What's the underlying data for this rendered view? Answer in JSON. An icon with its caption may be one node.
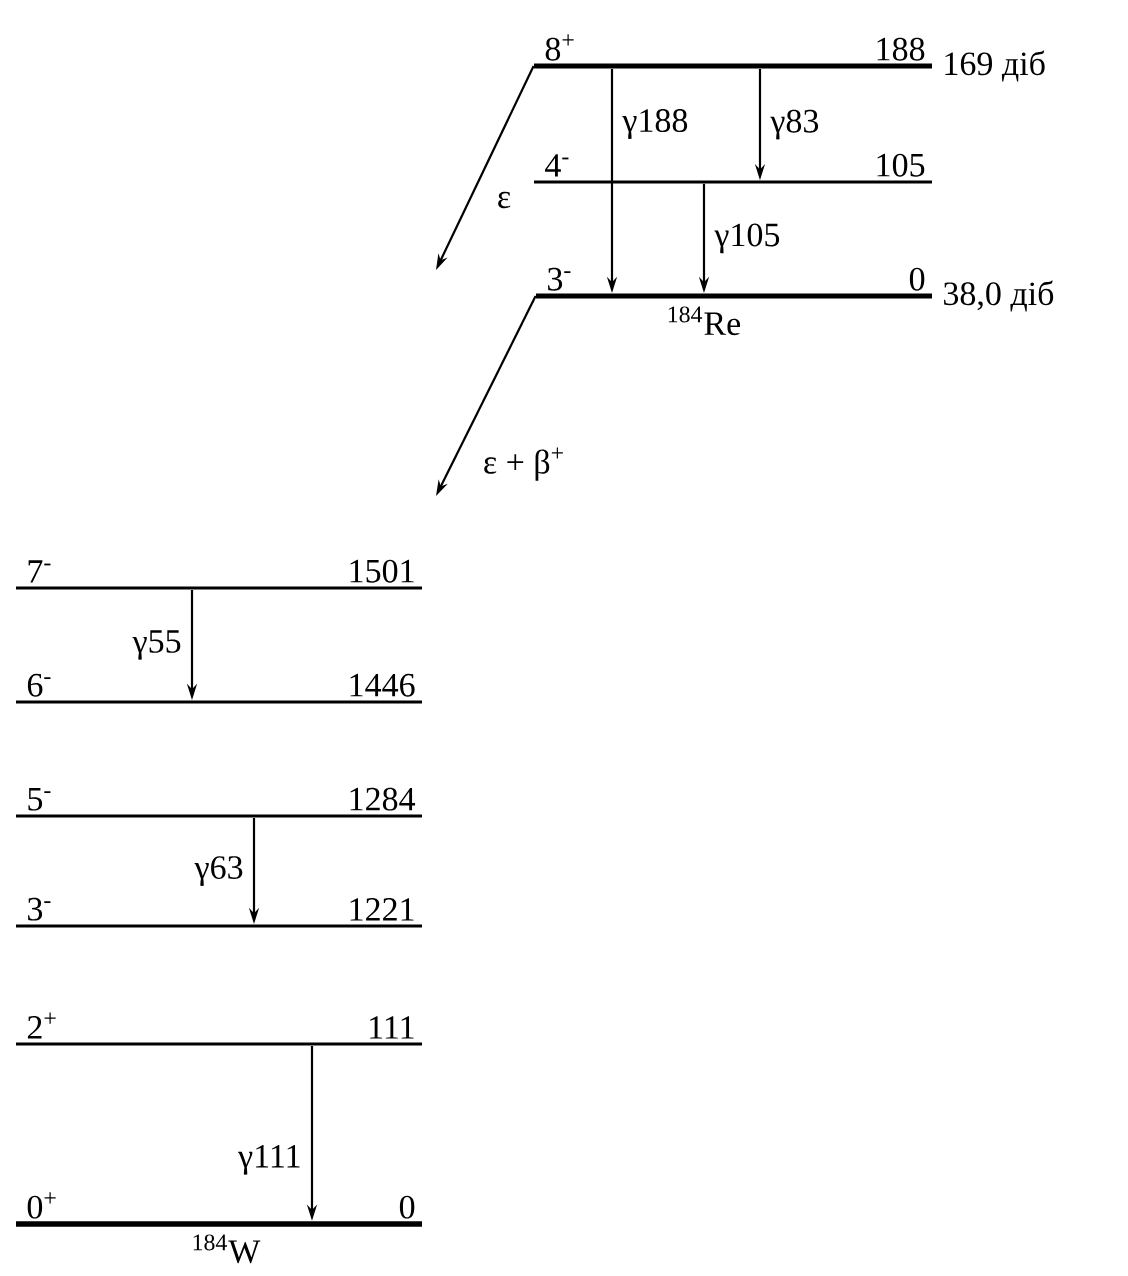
{
  "diagram": {
    "nodes": [
      {
        "text": [
          "8$^{+}$",
          "188"
        ],
        "beside": [
          "169 діб"
        ]
      },
      {
        "text": [
          "4$^{-}$",
          "105"
        ]
      },
      {
        "text": [
          "3$^{-}$",
          "0"
        ],
        "beside": [
          "38,0 діб",
          "$^{184}$Re"
        ]
      },
      {
        "text": [
          "7$^{-}$",
          "1501"
        ]
      },
      {
        "text": [
          "6$^{-}$",
          "1446"
        ]
      },
      {
        "text": [
          "5$^{-}$",
          "1284"
        ]
      },
      {
        "text": [
          "3$^{-}$",
          "1221"
        ]
      },
      {
        "text": [
          "2$^{+}$",
          "111"
        ]
      },
      {
        "text": [
          "0$^{+}$",
          "0"
        ],
        "beside": [
          "$^{184}$W"
        ]
      }
    ],
    "edges": [
      {
        "from": 0,
        "to": 2,
        "arrow": "to",
        "label": "γ188"
      },
      {
        "from": 0,
        "to": 1,
        "arrow": "to",
        "label": "γ83"
      },
      {
        "from": 1,
        "to": 2,
        "arrow": "to",
        "label": "γ105"
      },
      {
        "from": 0,
        "to": null,
        "arrow": "to",
        "label": "ε"
      },
      {
        "from": 2,
        "to": null,
        "arrow": "to",
        "label": "ε + β$^{+}$"
      },
      {
        "from": 3,
        "to": 4,
        "arrow": "to",
        "label": "γ55"
      },
      {
        "from": 5,
        "to": 6,
        "arrow": "to",
        "label": "γ63"
      },
      {
        "from": 7,
        "to": 8,
        "arrow": "to",
        "label": "γ111"
      }
    ]
  }
}
